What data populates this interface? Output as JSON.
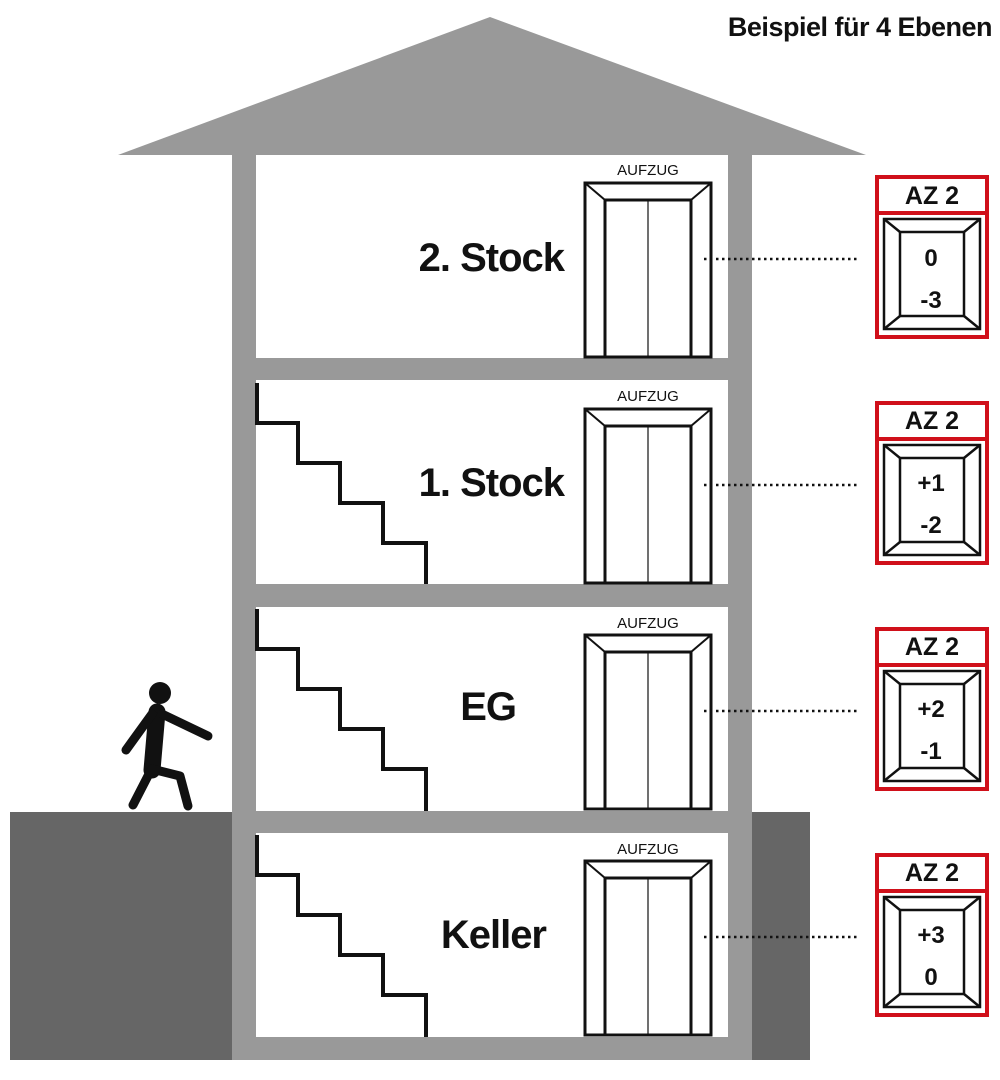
{
  "heading": "Beispiel für 4 Ebenen",
  "colors": {
    "wall": "#999999",
    "ground": "#666666",
    "sign_border": "#d0101a",
    "ink": "#111111"
  },
  "floors": [
    {
      "name": "2. Stock",
      "lift_label": "AUFZUG",
      "sign": {
        "title": "AZ 2",
        "up": "0",
        "down": "-3"
      }
    },
    {
      "name": "1. Stock",
      "lift_label": "AUFZUG",
      "sign": {
        "title": "AZ 2",
        "up": "+1",
        "down": "-2"
      }
    },
    {
      "name": "EG",
      "lift_label": "AUFZUG",
      "sign": {
        "title": "AZ 2",
        "up": "+2",
        "down": "-1"
      }
    },
    {
      "name": "Keller",
      "lift_label": "AUFZUG",
      "sign": {
        "title": "AZ 2",
        "up": "+3",
        "down": "0"
      }
    }
  ]
}
